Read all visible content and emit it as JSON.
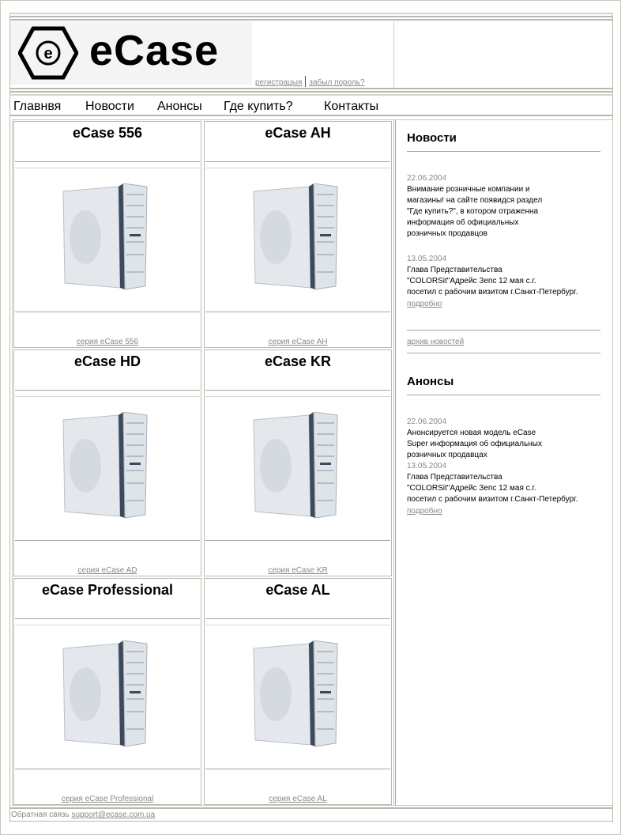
{
  "header": {
    "logo_text": "eCase",
    "logo_letter": "e",
    "register_link": "регистрацыя",
    "forgot_link": "забыл пороль?"
  },
  "nav": {
    "items": [
      "Главнвя",
      "Новости",
      "Анонсы",
      "Где купить?",
      "Контакты"
    ]
  },
  "products": [
    {
      "title": "eCase 556",
      "link": "серия eCase 556"
    },
    {
      "title": "eCase AH",
      "link": "серия eCase AH"
    },
    {
      "title": "eCase HD",
      "link": "серия eCase AD"
    },
    {
      "title": "eCase KR",
      "link": "серия eCase KR"
    },
    {
      "title": "eCase Professional",
      "link": "серия eCase Professional"
    },
    {
      "title": "eCase AL",
      "link": "серия eCase AL"
    }
  ],
  "news": {
    "heading": "Новости",
    "items": [
      {
        "date": "22.06.2004",
        "text": "Внимание розничные компании и\nмагазины! на сайте появидся раздел\n\"Где купить?\", в котором отраженна\nинформация об официальных\nрозничных продавцов"
      },
      {
        "date": "13.05.2004",
        "text": "Глава Представительства\n\"COLORSit\"Адрейс Зепс 12 мая с.г.\nпосетил с рабочим визитом г.Санкт-Петербург.",
        "more": "подробно"
      }
    ],
    "archive_link": "архив новостей"
  },
  "announcements": {
    "heading": "Анонсы",
    "items": [
      {
        "date": "22.06.2004",
        "text": "Анонсируется новая модель eCase\nSuper информация об официальных\nрозничных продавцах"
      },
      {
        "date": "13.05.2004",
        "text": "Глава Представительства\n\"COLORSit\"Адрейс Зепс 12 мая с.г.\nпосетил с рабочим визитом г.Санкт-Петербург.",
        "more": "подробно"
      }
    ]
  },
  "footer": {
    "label": "Обратная связь",
    "email": "support@ecase.com.ua"
  },
  "colors": {
    "rule": "#b8b8b0",
    "link": "#888888",
    "case_body": "#d8dde2",
    "case_side": "#3c4a5c"
  },
  "icons": {
    "logo": "hexagon-e-logo-icon",
    "product": "pc-tower-case-image"
  }
}
